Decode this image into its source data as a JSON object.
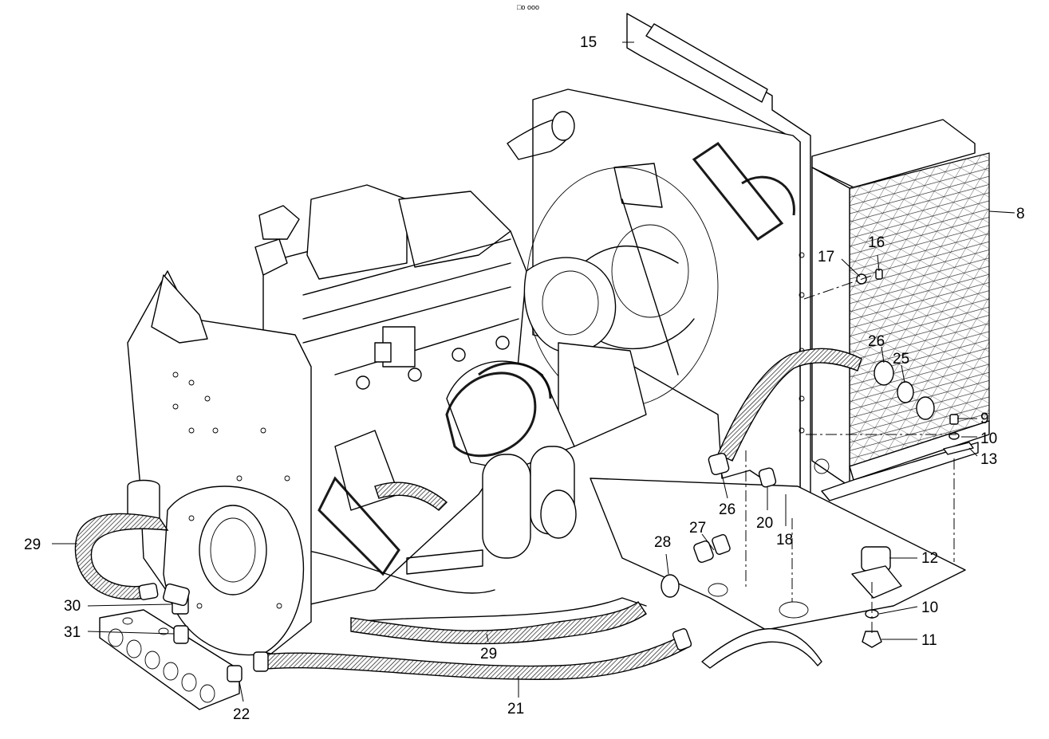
{
  "header": {
    "mark": "□o ooo"
  },
  "callouts": [
    {
      "id": "c15",
      "text": "15"
    },
    {
      "id": "c8",
      "text": "8"
    },
    {
      "id": "c17",
      "text": "17"
    },
    {
      "id": "c16",
      "text": "16"
    },
    {
      "id": "c26a",
      "text": "26"
    },
    {
      "id": "c25",
      "text": "25"
    },
    {
      "id": "c9",
      "text": "9"
    },
    {
      "id": "c10a",
      "text": "10"
    },
    {
      "id": "c13",
      "text": "13"
    },
    {
      "id": "c26b",
      "text": "26"
    },
    {
      "id": "c20",
      "text": "20"
    },
    {
      "id": "c18",
      "text": "18"
    },
    {
      "id": "c27",
      "text": "27"
    },
    {
      "id": "c28",
      "text": "28"
    },
    {
      "id": "c12",
      "text": "12"
    },
    {
      "id": "c10b",
      "text": "10"
    },
    {
      "id": "c11",
      "text": "11"
    },
    {
      "id": "c29a",
      "text": "29"
    },
    {
      "id": "c30",
      "text": "30"
    },
    {
      "id": "c31",
      "text": "31"
    },
    {
      "id": "c29b",
      "text": "29"
    },
    {
      "id": "c22",
      "text": "22"
    },
    {
      "id": "c21",
      "text": "21"
    }
  ]
}
